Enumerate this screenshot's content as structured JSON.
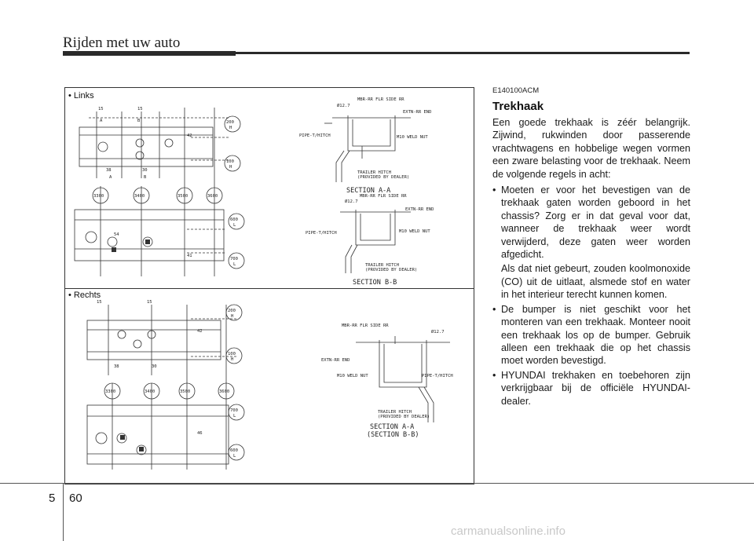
{
  "header": {
    "title": "Rijden met uw auto"
  },
  "figure": {
    "left_label": "• Links",
    "right_label": "• Rechts",
    "section_aa": "SECTION A-A",
    "section_bb": "SECTION B-B",
    "section_aa_bb": "(SECTION B-B)",
    "labels": {
      "mbr": "MBR-RR FLR SIDE RR",
      "extn": "EXTN-RR END",
      "pipe": "PIPE-T/HITCH",
      "nut": "M10 WELD NUT",
      "hitch": "TRAILER HITCH",
      "provided": "(PROVIDED BY DEALER)",
      "dia": "Ø12.7"
    },
    "dims": {
      "d15": "15",
      "d38": "38",
      "d30": "30",
      "d42": "42",
      "d54": "54",
      "d41": "41",
      "d46": "46",
      "a": "A",
      "b": "B",
      "x3300": "3300",
      "x3400": "3400",
      "x3500": "3500",
      "x3600": "3600",
      "h200": "200",
      "h100": "100",
      "hH": "H",
      "l600": "600",
      "l700": "700",
      "lL": "L"
    }
  },
  "content": {
    "code": "E140100ACM",
    "title": "Trekhaak",
    "intro": "Een goede trekhaak is zéér belangrijk. Zijwind, rukwinden door passerende vrachtwagens en hobbelige wegen vormen een zware belasting voor de trekhaak. Neem de volgende regels in acht:",
    "bullets": [
      {
        "text": "Moeten er voor het bevestigen van de trekhaak gaten worden geboord in het chassis? Zorg er in dat geval voor dat, wanneer de trekhaak weer wordt verwijderd, deze gaten weer worden afgedicht.",
        "extra": "Als dat niet gebeurt, zouden koolmonoxide (CO) uit de uitlaat, alsmede stof en water in het interieur terecht kunnen komen."
      },
      {
        "text": "De bumper is niet geschikt voor het monteren van een trekhaak. Monteer nooit een trekhaak los op de bumper. Gebruik alleen een trekhaak die op het chassis moet worden bevestigd.",
        "extra": ""
      },
      {
        "text": "HYUNDAI trekhaken en toebehoren zijn verkrijgbaar bij de officiële HYUNDAI-dealer.",
        "extra": ""
      }
    ]
  },
  "footer": {
    "chapter": "5",
    "page": "60",
    "watermark": "carmanualsonline.info"
  }
}
